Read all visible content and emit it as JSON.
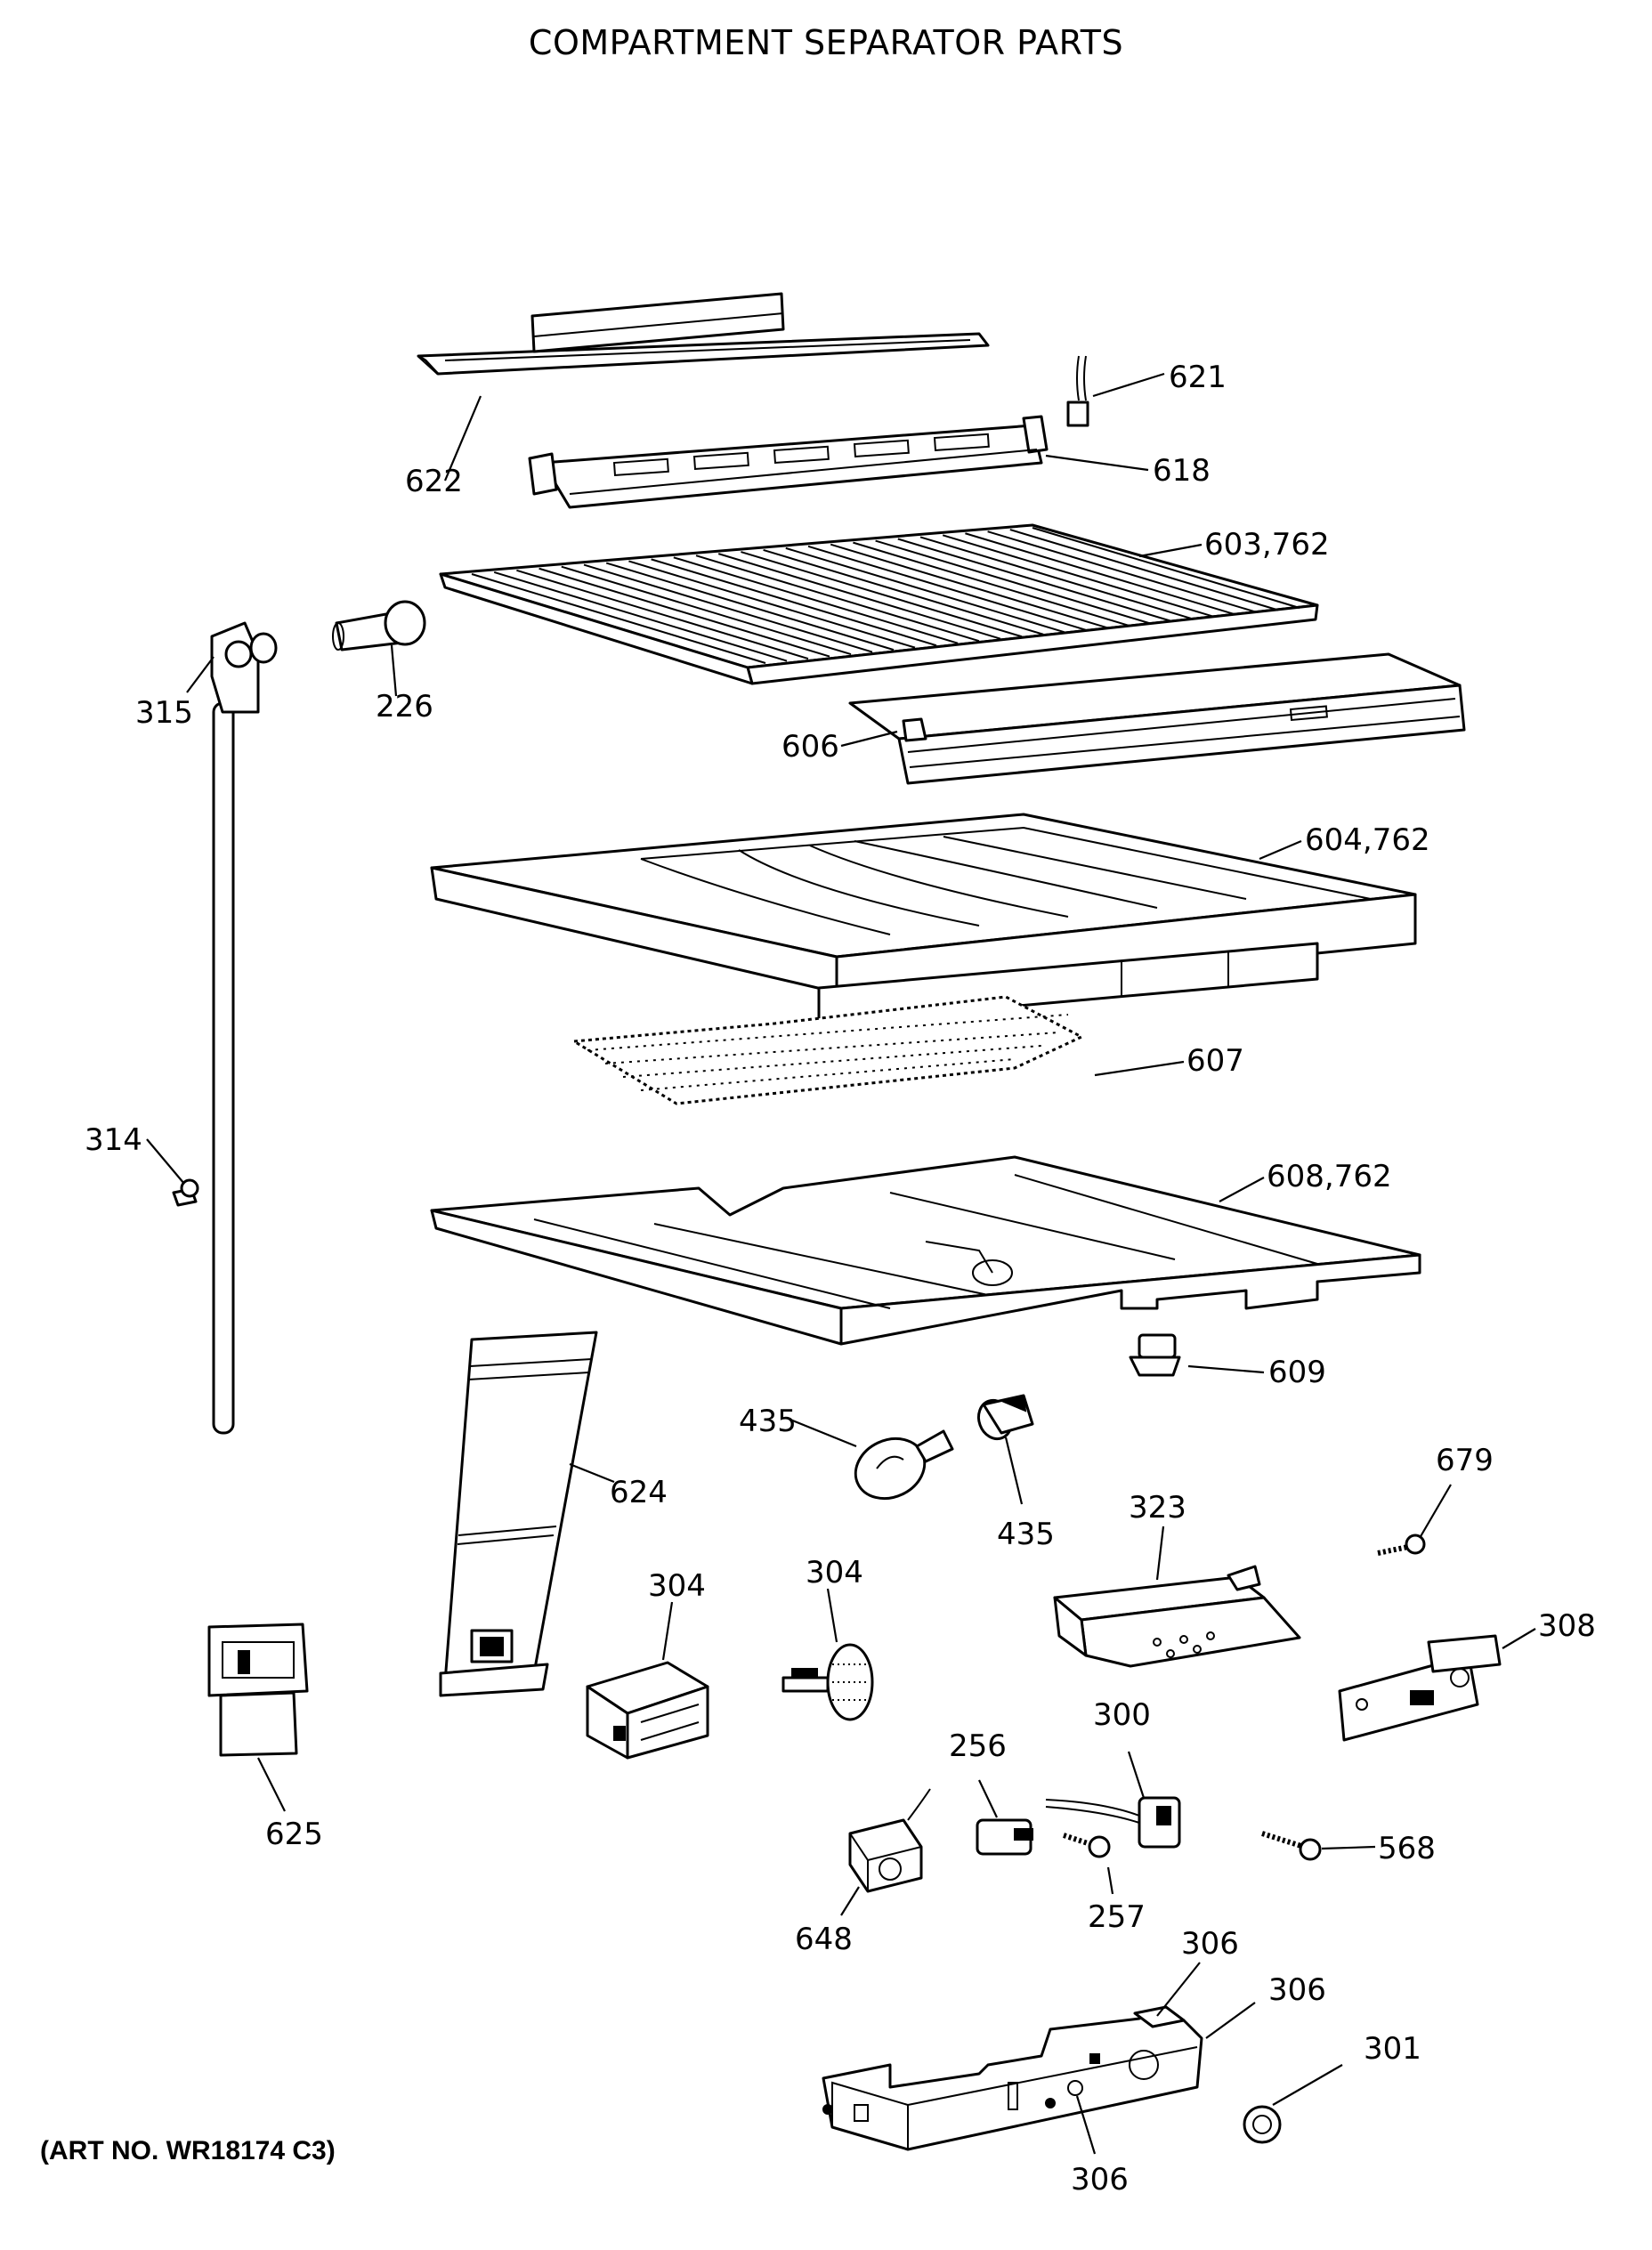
{
  "title": "COMPARTMENT SEPARATOR PARTS",
  "art_number": "(ART NO. WR18174 C3)",
  "callouts": [
    "622",
    "621",
    "618",
    "603,762",
    "315",
    "226",
    "606",
    "604,762",
    "607",
    "314",
    "608,762",
    "609",
    "435",
    "435",
    "624",
    "679",
    "323",
    "304",
    "304",
    "308",
    "625",
    "256",
    "300",
    "568",
    "257",
    "648",
    "306",
    "306",
    "301",
    "306"
  ]
}
